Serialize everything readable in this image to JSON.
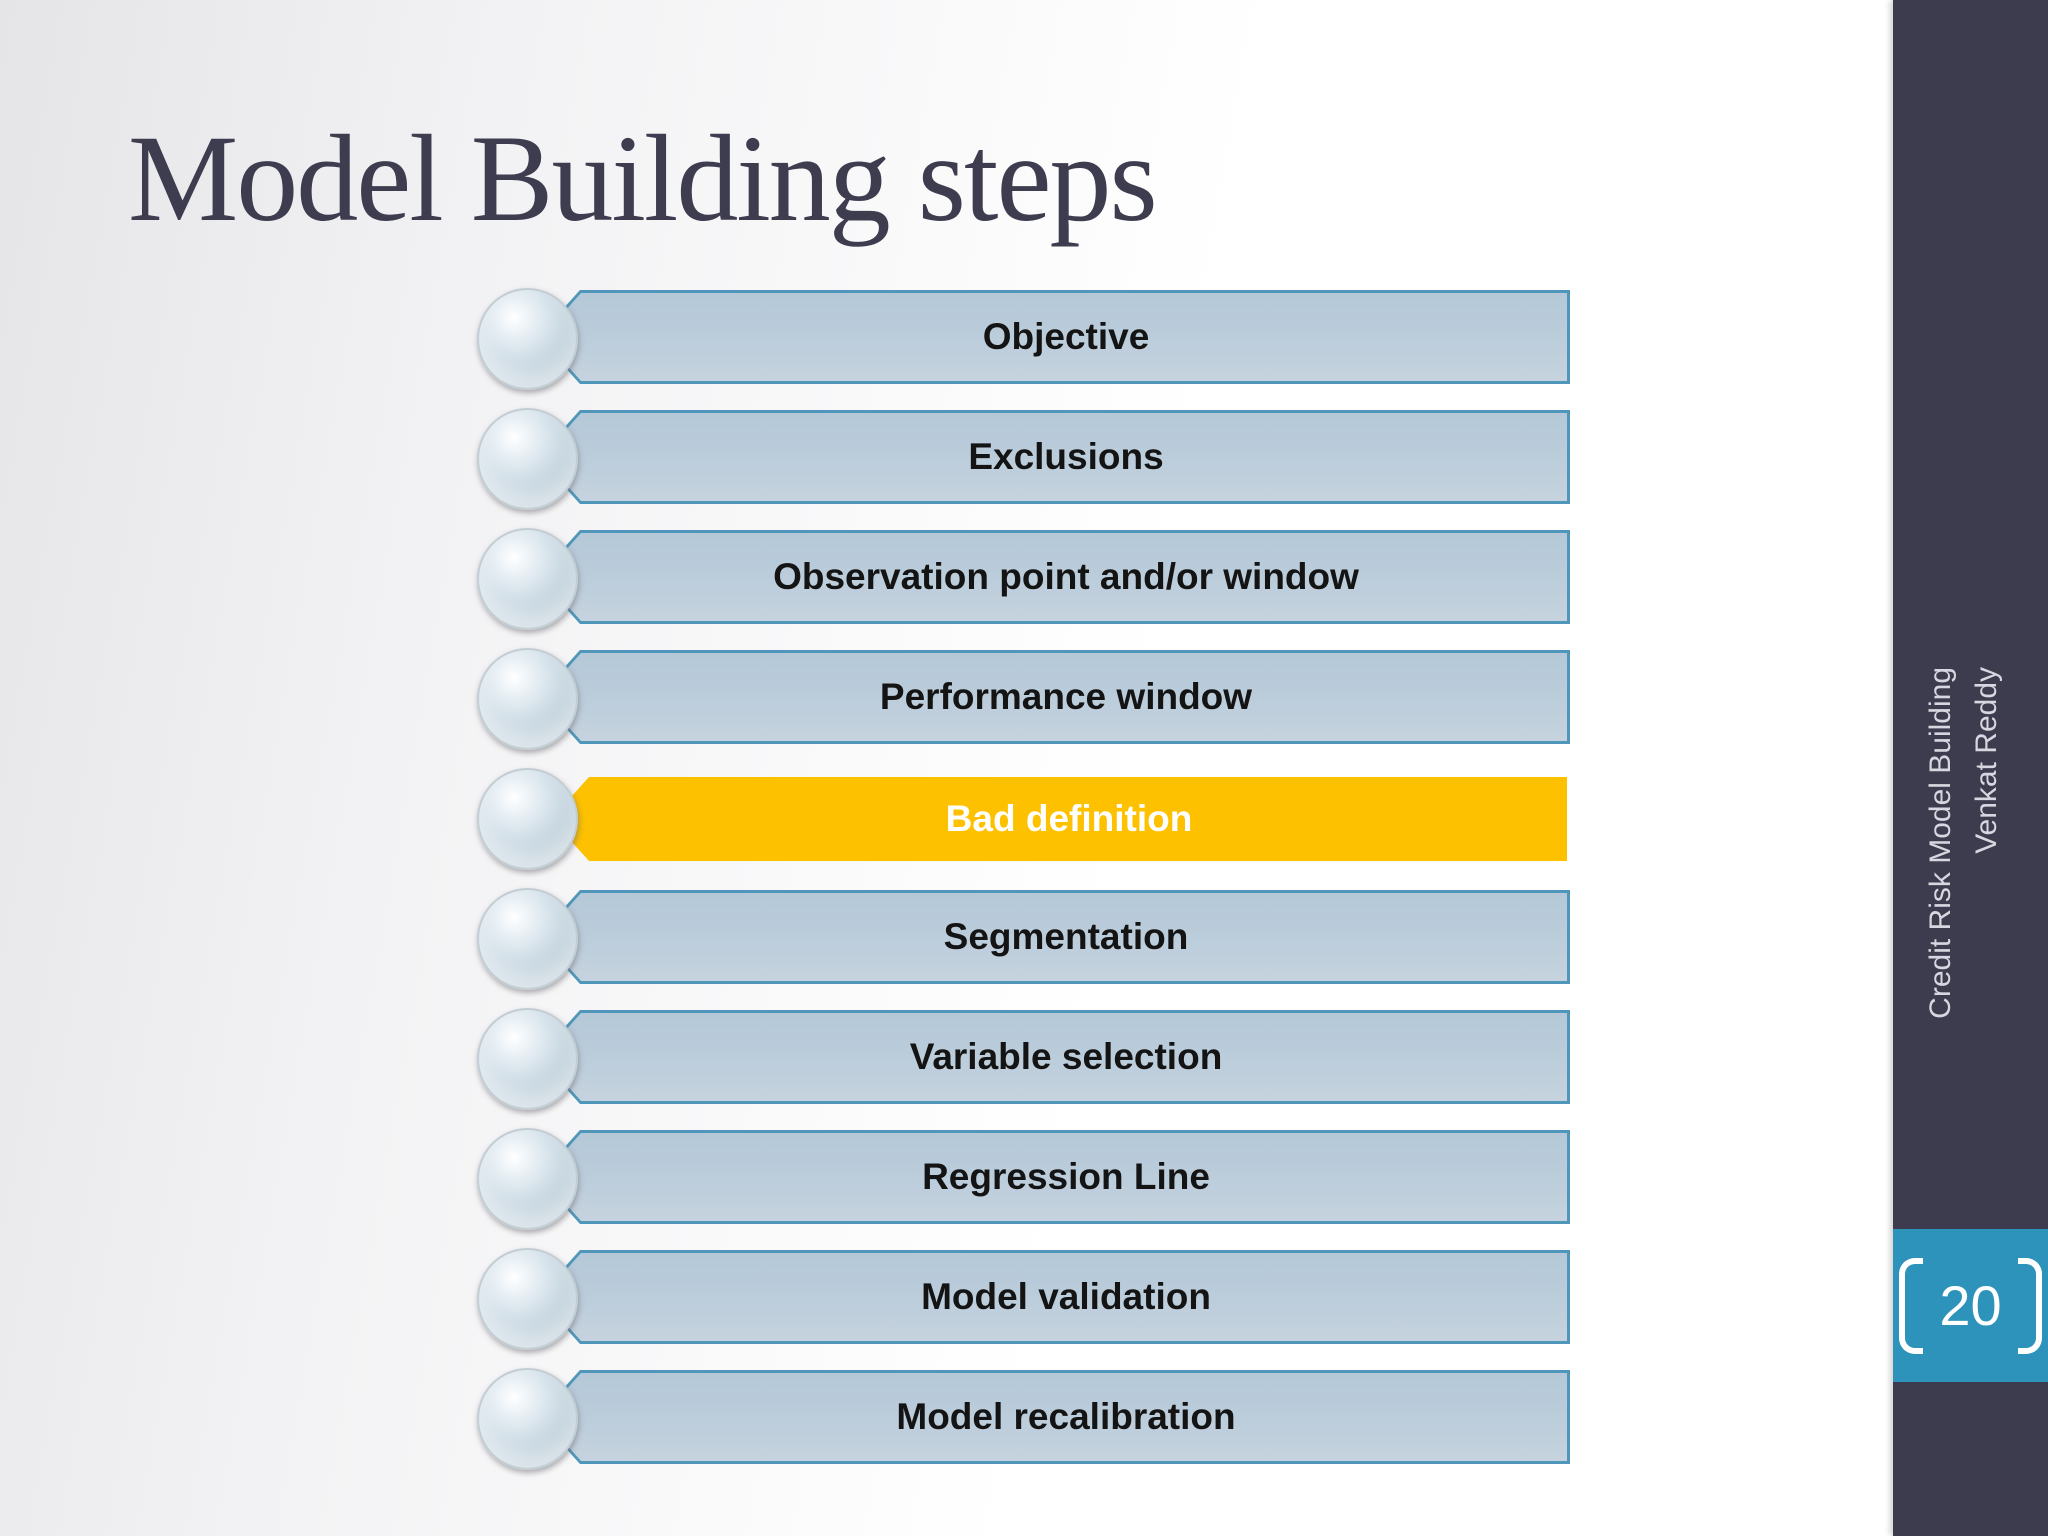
{
  "slide": {
    "title": "Model Building steps",
    "steps": [
      {
        "label": "Objective",
        "highlighted": false
      },
      {
        "label": "Exclusions",
        "highlighted": false
      },
      {
        "label": "Observation point and/or window",
        "highlighted": false
      },
      {
        "label": "Performance window",
        "highlighted": false
      },
      {
        "label": "Bad definition",
        "highlighted": true
      },
      {
        "label": "Segmentation",
        "highlighted": false
      },
      {
        "label": "Variable selection",
        "highlighted": false
      },
      {
        "label": "Regression Line",
        "highlighted": false
      },
      {
        "label": "Model validation",
        "highlighted": false
      },
      {
        "label": "Model recalibration",
        "highlighted": false
      }
    ],
    "sidebar": {
      "vertical_text_line1": "Credit Risk Model Building",
      "vertical_text_line2": "Venkat Reddy",
      "page_number": "20"
    }
  },
  "colors": {
    "title_color": "#3e3d4f",
    "bar_fill_top": "#b4c8d8",
    "bar_fill_bottom": "#c6d3df",
    "bar_border": "#4f96ba",
    "bar_text": "#141414",
    "highlight_fill": "#fdc100",
    "highlight_text": "#ffffff",
    "sidebar_bg": "#3d3c4e",
    "sidebar_text": "#d6d7e0",
    "page_box_bg": "#2e93ba",
    "page_text": "#ffffff"
  }
}
